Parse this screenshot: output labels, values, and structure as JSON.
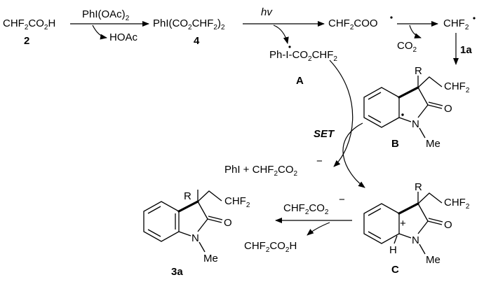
{
  "reagents": {
    "chf2co2h": "CHF2CO2H",
    "label_2": "2",
    "piioac2": "PhI(OAc)2",
    "hoac": "HOAc",
    "piichf2": "PhI(CO2CHF2)2",
    "label_4": "4",
    "hv": "hv",
    "chf2coo_radical": "CHF2COO",
    "co2": "CO2",
    "chf2_radical": "CHF2",
    "label_1a": "1a",
    "ph_i_co2chf2": "Ph-I-CO2CHF2",
    "label_A": "A",
    "set": "SET",
    "phi_anion": "PhI + CHF2CO2",
    "chf2co2_anion": "CHF2CO2",
    "chf2co2h_product": "CHF2CO2H"
  },
  "structures": {
    "B": {
      "label": "B",
      "r": "R",
      "chf2": "CHF2",
      "o": "O",
      "n": "N",
      "me": "Me"
    },
    "C": {
      "label": "C",
      "r": "R",
      "chf2": "CHF2",
      "o": "O",
      "n": "N",
      "me": "Me",
      "h": "H",
      "plus": "+"
    },
    "3a": {
      "label": "3a",
      "r": "R",
      "chf2": "CHF2",
      "o": "O",
      "n": "N",
      "me": "Me"
    }
  }
}
